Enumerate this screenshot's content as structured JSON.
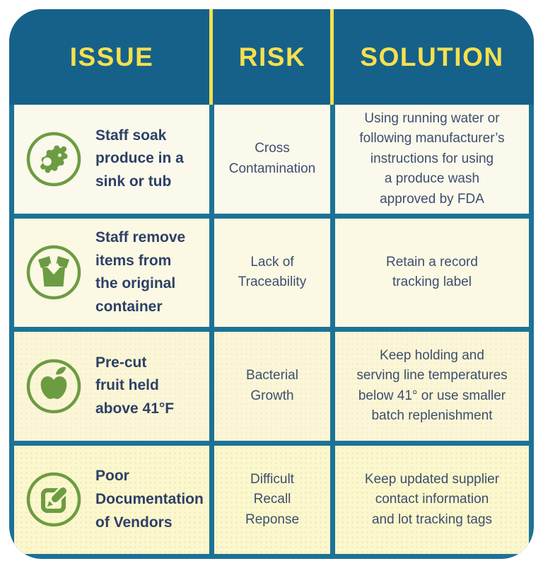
{
  "table": {
    "header": {
      "issue": "ISSUE",
      "risk": "RISK",
      "solution": "SOLUTION"
    },
    "rows": [
      {
        "icon": "germ-icon",
        "issue": "Staff soak\nproduce in a\nsink or tub",
        "risk": "Cross\nContamination",
        "solution": "Using running water or\nfollowing manufacturer’s\ninstructions for using\na produce wash\napproved by FDA"
      },
      {
        "icon": "open-box-icon",
        "issue": "Staff remove\nitems from\nthe original\ncontainer",
        "risk": "Lack of\nTraceability",
        "solution": "Retain a record\ntracking label"
      },
      {
        "icon": "apple-icon",
        "issue": "Pre-cut\nfruit held\nabove 41°F",
        "risk": "Bacterial\nGrowth",
        "solution": "Keep holding and\nserving line temperatures\nbelow 41° or use smaller\nbatch replenishment"
      },
      {
        "icon": "edit-pencil-icon",
        "issue": "Poor\nDocumentation\nof Vendors",
        "risk": "Difficult\nRecall\nReponse",
        "solution": "Keep updated supplier\ncontact information\nand lot tracking tags"
      }
    ]
  },
  "colors": {
    "header_teal": "#16618A",
    "border_teal": "#1C7296",
    "accent_yellow": "#F6E04E",
    "icon_green": "#6C9C42",
    "issue_text": "#2E4066",
    "body_text": "#3E4E6F",
    "row_backgrounds": [
      "#FAF9EC",
      "#FBF8E4",
      "#FBF6D8",
      "#FBF7CE"
    ],
    "page_background": "#FFFFFF"
  }
}
